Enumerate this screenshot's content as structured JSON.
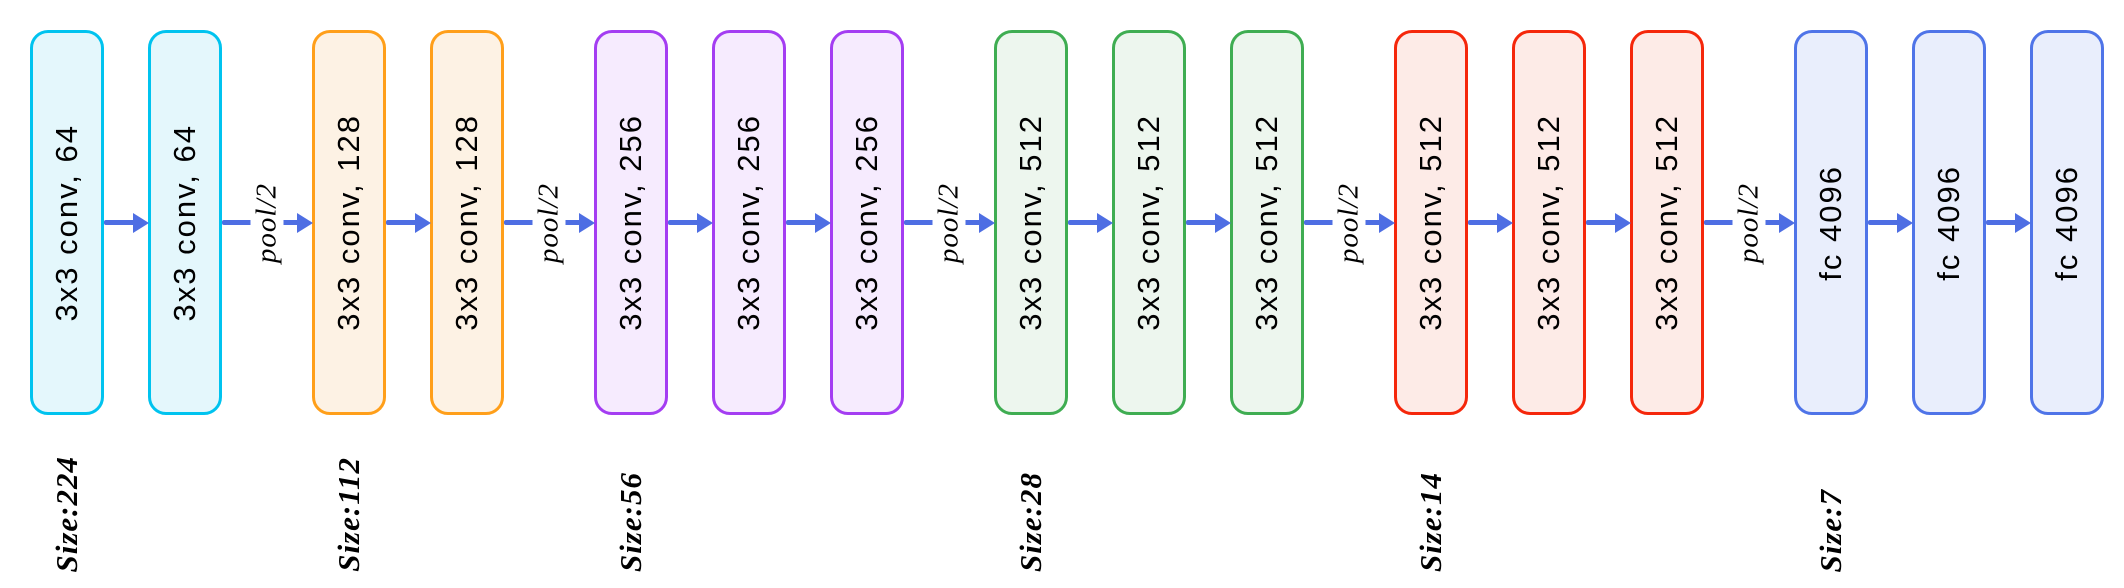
{
  "diagram_type": "vgg-style convolutional network architecture",
  "groups": [
    {
      "name": "conv1",
      "border": "#00c3ef",
      "fill": "#e4f7fc",
      "size_label": "Size:224",
      "blocks": [
        "3x3 conv, 64",
        "3x3 conv, 64"
      ]
    },
    {
      "name": "conv2",
      "border": "#ff9f1a",
      "fill": "#fdf2e4",
      "size_label": "Size:112",
      "blocks": [
        "3x3 conv, 128",
        "3x3 conv, 128"
      ]
    },
    {
      "name": "conv3",
      "border": "#a43df2",
      "fill": "#f6ebfe",
      "size_label": "Size:56",
      "blocks": [
        "3x3 conv, 256",
        "3x3 conv, 256",
        "3x3 conv, 256"
      ]
    },
    {
      "name": "conv4",
      "border": "#3fad52",
      "fill": "#edf6ee",
      "size_label": "Size:28",
      "blocks": [
        "3x3 conv, 512",
        "3x3 conv, 512",
        "3x3 conv, 512"
      ]
    },
    {
      "name": "conv5",
      "border": "#f5270b",
      "fill": "#fdebe7",
      "size_label": "Size:14",
      "blocks": [
        "3x3 conv, 512",
        "3x3 conv, 512",
        "3x3 conv, 512"
      ]
    },
    {
      "name": "fc",
      "border": "#4f74e8",
      "fill": "#e9eefc",
      "size_label": "Size:7",
      "blocks": [
        "fc 4096",
        "fc 4096",
        "fc 4096"
      ]
    }
  ],
  "connectors": {
    "pool_label": "pool/2"
  },
  "colors": {
    "arrow": "#4e6ee3",
    "text": "#000000",
    "background": "#ffffff"
  }
}
